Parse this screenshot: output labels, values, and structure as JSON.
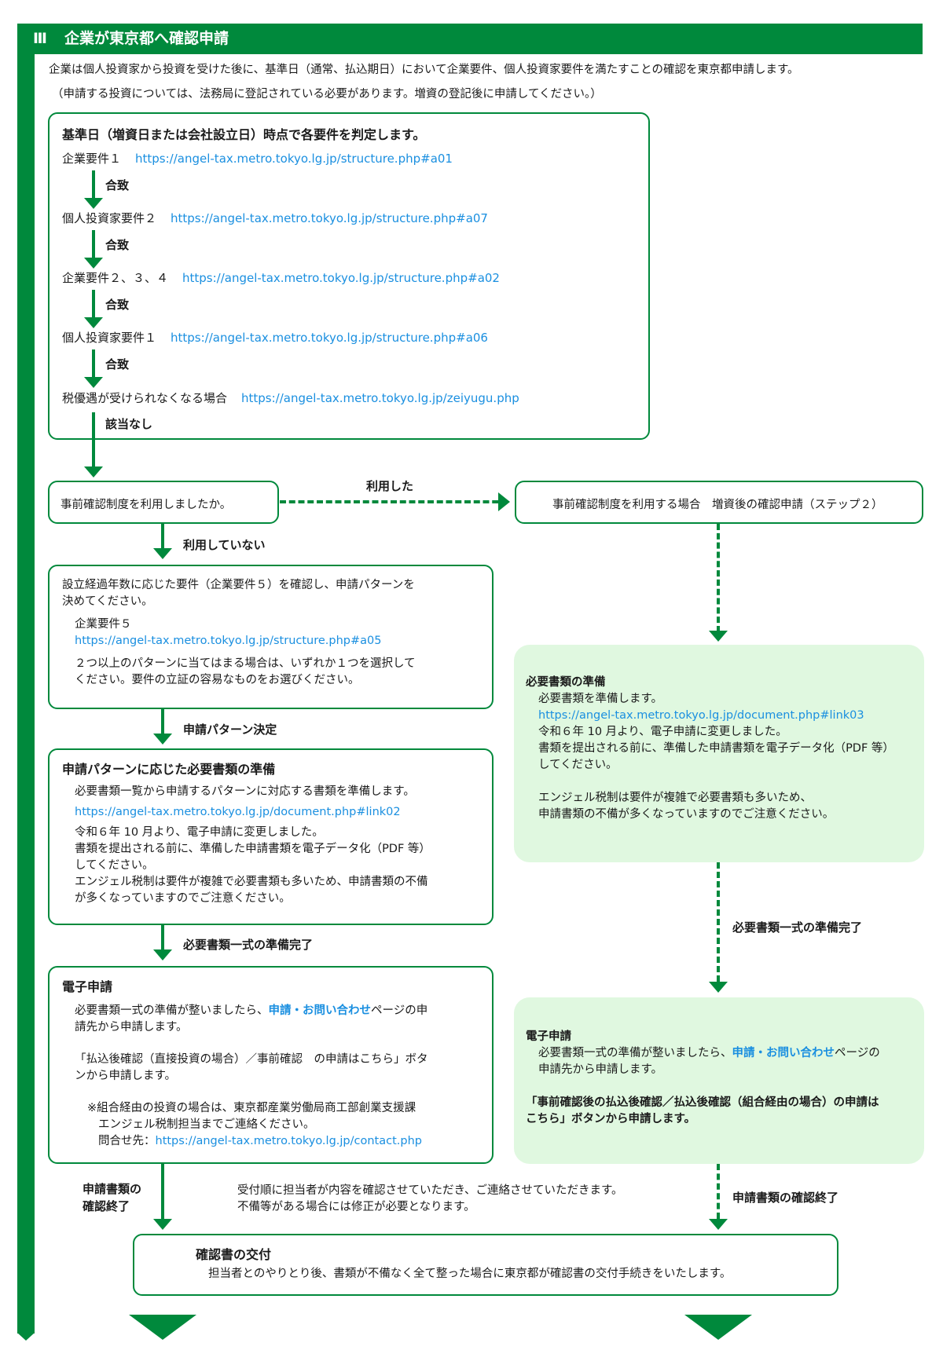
{
  "header": {
    "numeral": "Ⅲ",
    "title": "企業が東京都へ確認申請"
  },
  "intro": [
    "企業は個人投資家から投資を受けた後に、基準日（通常、払込期日）において企業要件、個人投資家要件を満たすことの確認を東京都申請します。",
    "（申請する投資については、法務局に登記されている必要があります。増資の登記後に申請してください。）"
  ],
  "criteria": {
    "title": "基準日（増資日または会社設立日）時点で各要件を判定します。",
    "items": [
      {
        "label": "企業要件１",
        "link": "https://angel-tax.metro.tokyo.lg.jp/structure.php#a01",
        "arrow": "合致"
      },
      {
        "label": "個人投資家要件２",
        "link": "https://angel-tax.metro.tokyo.lg.jp/structure.php#a07",
        "arrow": "合致"
      },
      {
        "label": "企業要件２、３、４",
        "link": "https://angel-tax.metro.tokyo.lg.jp/structure.php#a02",
        "arrow": "合致"
      },
      {
        "label": "個人投資家要件１",
        "link": "https://angel-tax.metro.tokyo.lg.jp/structure.php#a06",
        "arrow": "合致"
      },
      {
        "label": "税優遇が受けられなくなる場合",
        "link": "https://angel-tax.metro.tokyo.lg.jp/zeiyugu.php",
        "arrow": "該当なし"
      }
    ]
  },
  "question": {
    "text": "事前確認制度を利用しましたか。",
    "yes_label": "利用した",
    "no_label": "利用していない"
  },
  "right_step": {
    "text": "事前確認制度を利用する場合　増資後の確認申請（ステップ２）"
  },
  "pattern": {
    "lines": [
      "設立経過年数に応じた要件（企業要件５）を確認し、申請パターンを",
      "決めてください。"
    ],
    "sub_label": "企業要件５",
    "link": "https://angel-tax.metro.tokyo.lg.jp/structure.php#a05",
    "note": [
      "２つ以上のパターンに当てはまる場合は、いずれか１つを選択して",
      "ください。要件の立証の容易なものをお選びください。"
    ],
    "arrow": "申請パターン決定"
  },
  "docs": {
    "title": "申請パターンに応じた必要書類の準備",
    "intro": "必要書類一覧から申請するパターンに対応する書類を準備します。",
    "link": "https://angel-tax.metro.tokyo.lg.jp/document.php#link02",
    "lines": [
      "令和６年 10 月より、電子申請に変更しました。",
      "書類を提出される前に、準備した申請書類を電子データ化（PDF 等）",
      "してください。",
      "エンジェル税制は要件が複雑で必要書類も多いため、申請書類の不備",
      "が多くなっていますのでご注意ください。"
    ],
    "arrow": "必要書類一式の準備完了"
  },
  "apply": {
    "title": "電子申請",
    "l1a": "必要書類一式の準備が整いましたら、",
    "l1link": "申請・お問い合わせ",
    "l1b": "ページの申",
    "l2": "請先から申請します。",
    "btn1": "「払込後確認（直接投資の場合）／事前確認　の申請はこちら」ボタ",
    "btn2": "ンから申請します。",
    "note1": "※組合経由の投資の場合は、東京都産業労働局商工部創業支援課",
    "note2": "エンジェル税制担当までご連絡ください。",
    "contact_label": "問合せ先：",
    "contact_link": "https://angel-tax.metro.tokyo.lg.jp/contact.php"
  },
  "right_docs": {
    "title": "必要書類の準備",
    "intro": "必要書類を準備します。",
    "link": "https://angel-tax.metro.tokyo.lg.jp/document.php#link03",
    "lines": [
      "令和６年 10 月より、電子申請に変更しました。",
      "書類を提出される前に、準備した申請書類を電子データ化（PDF 等）",
      "してください。"
    ],
    "lines2": [
      "エンジェル税制は要件が複雑で必要書類も多いため、",
      "申請書類の不備が多くなっていますのでご注意ください。"
    ],
    "arrow": "必要書類一式の準備完了"
  },
  "right_apply": {
    "title": "電子申請",
    "l1a": "必要書類一式の準備が整いましたら、",
    "l1link": "申請・お問い合わせ",
    "l1b": "ページの",
    "l2": "申請先から申請します。",
    "btn1": "「事前確認後の払込後確認／払込後確認（組合経由の場合）の申請は",
    "btn2": "こちら」ボタンから申請します。",
    "arrow": "申請書類の確認終了"
  },
  "review": {
    "left_label": [
      "申請書類の",
      "確認終了"
    ],
    "lines": [
      "受付順に担当者が内容を確認させていただき、ご連絡させていただきます。",
      "不備等がある場合には修正が必要となります。"
    ]
  },
  "issue": {
    "title": "確認書の交付",
    "text": "担当者とのやりとり後、書類が不備なく全て整った場合に東京都が確認書の交付手続きをいたします。"
  }
}
